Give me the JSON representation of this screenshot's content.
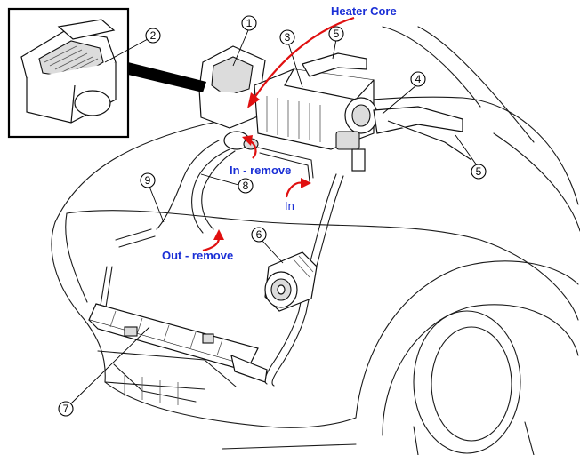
{
  "colors": {
    "annotation_text": "#1a2fd6",
    "annotation_arrow": "#e01010",
    "line_art": "#1a1a1a"
  },
  "callouts": [
    {
      "num": "1"
    },
    {
      "num": "2"
    },
    {
      "num": "3"
    },
    {
      "num": "5"
    },
    {
      "num": "4"
    },
    {
      "num": "5"
    },
    {
      "num": "8"
    },
    {
      "num": "9"
    },
    {
      "num": "6"
    },
    {
      "num": "7"
    }
  ],
  "annotations": {
    "heater_core": "Heater Core",
    "in_remove": "In - remove",
    "in": "In",
    "out_remove": "Out - remove"
  }
}
